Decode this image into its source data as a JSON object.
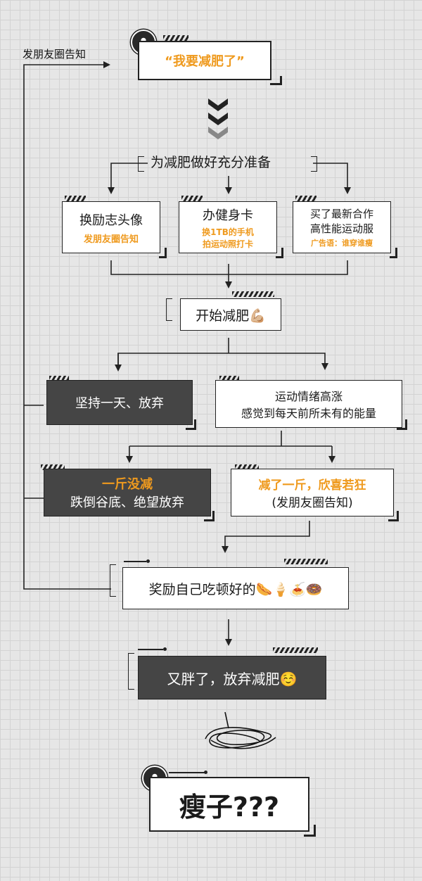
{
  "loop_label": "发朋友圈告知",
  "start": {
    "text": "“我要减肥了”"
  },
  "prep": {
    "title": "为减肥做好充分准备"
  },
  "options": [
    {
      "main": "换励志头像",
      "sub": "发朋友圈告知"
    },
    {
      "main": "办健身卡",
      "sub1": "换1TB的手机",
      "sub2": "拍运动照打卡"
    },
    {
      "main1": "买了最新合作",
      "main2": "高性能运动服",
      "sub": "广告语：谁穿谁瘦"
    }
  ],
  "begin": {
    "text": "开始减肥💪🏼"
  },
  "quit_day": {
    "text": "坚持一天、放弃"
  },
  "excited": {
    "line1": "运动情绪高涨",
    "line2": "感觉到每天前所未有的能量"
  },
  "no_loss": {
    "line1": "一斤没减",
    "line2": "跌倒谷底、绝望放弃"
  },
  "lost": {
    "line1": "减了一斤，欣喜若狂",
    "line2": "(发朋友圈告知)"
  },
  "reward": {
    "text": "奖励自己吃顿好的🌭🍦🍝🍩"
  },
  "fat_again": {
    "text": "又胖了，放弃减肥☺️"
  },
  "end": {
    "text": "瘦子???"
  },
  "colors": {
    "accent": "#ef9a1e",
    "dark_box": "#454545",
    "line": "#222222"
  }
}
